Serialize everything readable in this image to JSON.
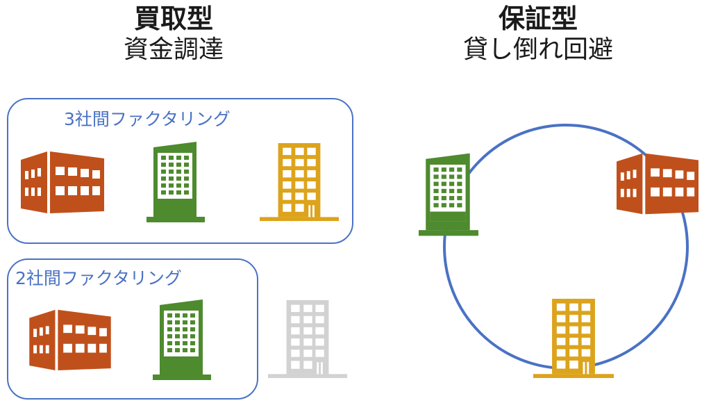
{
  "left_title": {
    "main": "買取型",
    "sub": "資金調達"
  },
  "right_title": {
    "main": "保証型",
    "sub": "貸し倒れ回避"
  },
  "groups": [
    {
      "label": "3社間ファクタリング"
    },
    {
      "label": "2社間ファクタリング"
    }
  ],
  "colors": {
    "factory_orange": "#c0501b",
    "office_green": "#4e8a2e",
    "office_yellow": "#dca31c",
    "office_gray": "#d2d2d2",
    "box_blue": "#4a72c4"
  },
  "icons": {
    "wide": "wide-building-icon",
    "tower": "office-tower-icon",
    "apartment": "apartment-building-icon"
  }
}
